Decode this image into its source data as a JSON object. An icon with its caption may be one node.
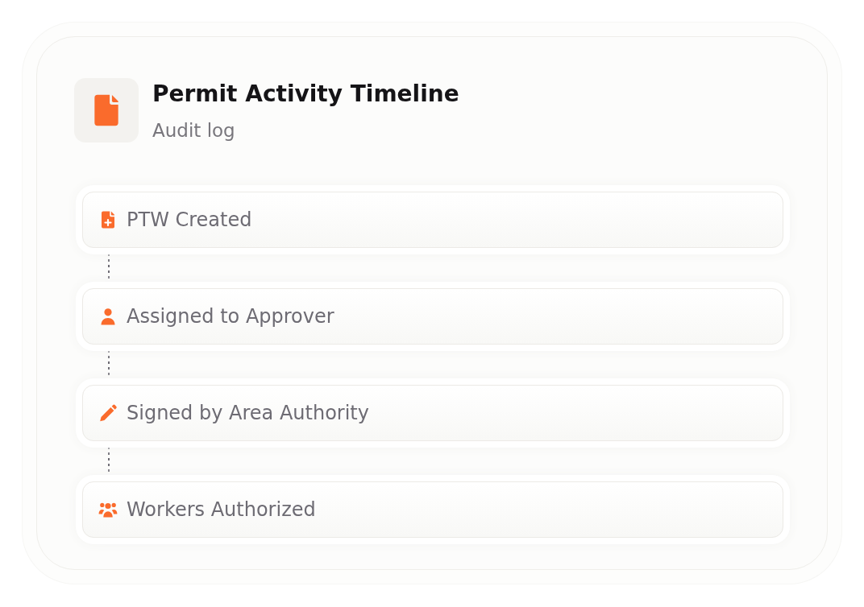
{
  "diagram": {
    "nodes": [
      {
        "text": [
          "Permit Activity Timeline",
          "Audit log"
        ]
      },
      {
        "text": [
          "PTW Created"
        ],
        "in": 0
      },
      {
        "text": [
          "Assigned to Approver"
        ],
        "in": 0
      },
      {
        "text": [
          "Signed by Area Authority"
        ],
        "in": 0
      },
      {
        "text": [
          "Workers Authorized"
        ],
        "in": 0
      }
    ],
    "edges": [
      {
        "from": 1,
        "to": 2,
        "arrow": "none",
        "style": "dashed"
      },
      {
        "from": 2,
        "to": 3,
        "arrow": "none",
        "style": "dashed"
      },
      {
        "from": 3,
        "to": 4,
        "arrow": "none",
        "style": "dashed"
      }
    ]
  }
}
